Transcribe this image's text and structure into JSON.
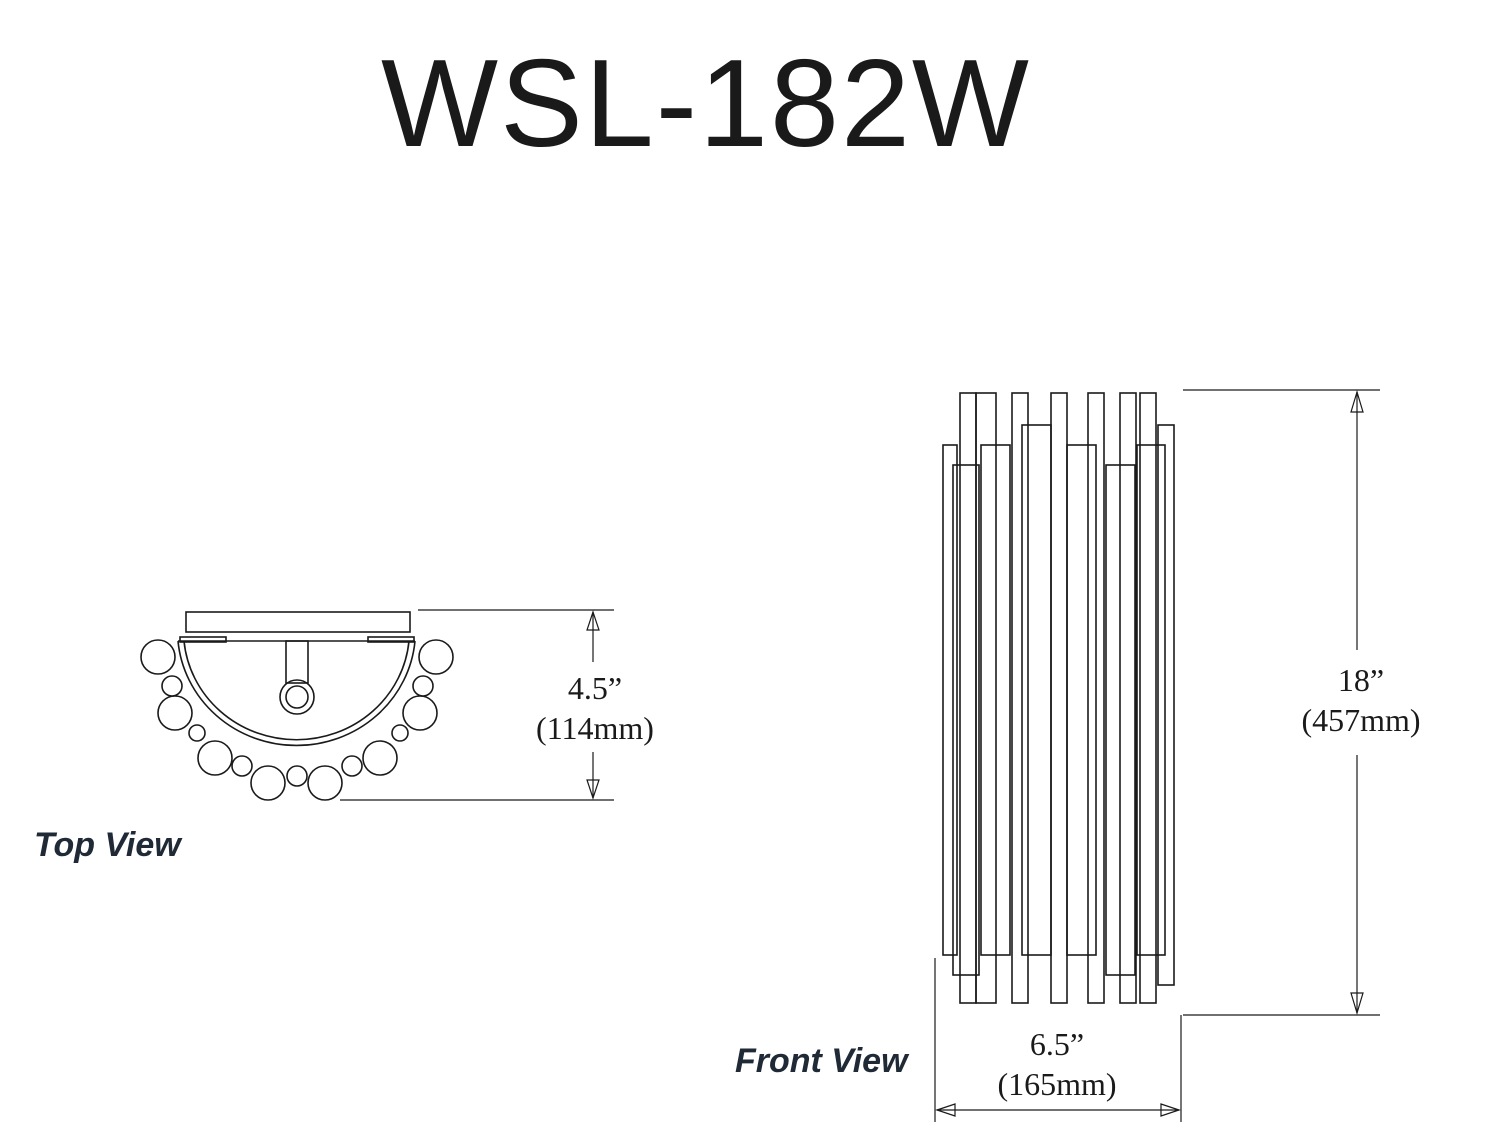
{
  "title": "WSL-182W",
  "views": {
    "top": {
      "label": "Top View",
      "depth_imperial": "4.5”",
      "depth_metric": "(114mm)"
    },
    "front": {
      "label": "Front View",
      "height_imperial": "18”",
      "height_metric": "(457mm)",
      "width_imperial": "6.5”",
      "width_metric": "(165mm)"
    }
  },
  "colors": {
    "line": "#1a1a1a",
    "label": "#1f2a36"
  }
}
